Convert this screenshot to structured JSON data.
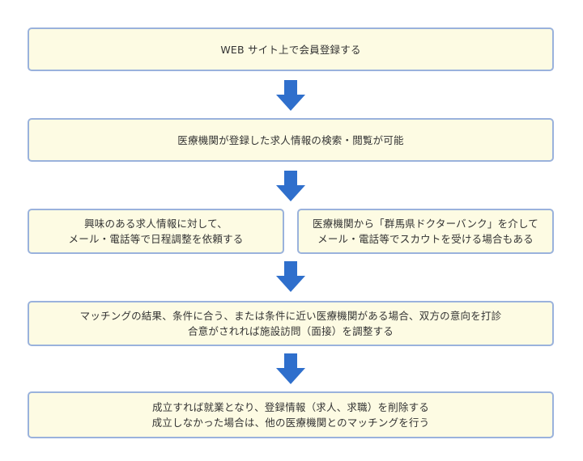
{
  "flow": {
    "step1": {
      "lines": [
        "WEB サイト上で会員登録する"
      ]
    },
    "step2": {
      "lines": [
        "医療機関が登録した求人情報の検索・閲覧が可能"
      ]
    },
    "step3a": {
      "lines": [
        "興味のある求人情報に対して、",
        "メール・電話等で日程調整を依頼する"
      ]
    },
    "step3b": {
      "lines": [
        "医療機関から「群馬県ドクターバンク」を介して",
        "メール・電話等でスカウトを受ける場合もある"
      ]
    },
    "step4": {
      "lines": [
        "マッチングの結果、条件に合う、または条件に近い医療機関がある場合、双方の意向を打診",
        "合意がされれば施設訪問（面接）を調整する"
      ]
    },
    "step5": {
      "lines": [
        "成立すれば就業となり、登録情報（求人、求職）を削除する",
        "成立しなかった場合は、他の医療機関とのマッチングを行う"
      ]
    }
  },
  "colors": {
    "box_fill": "#fdfbe3",
    "box_border": "#9ab2dc",
    "arrow": "#2f6fcc",
    "text": "#333333"
  },
  "icons": {
    "arrow": "arrow-down-icon"
  }
}
